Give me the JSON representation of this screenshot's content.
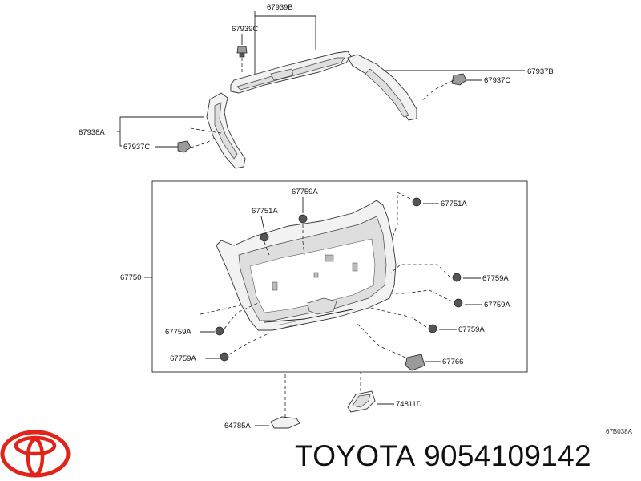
{
  "labels": {
    "p67939B": "67939B",
    "p67939C": "67939C",
    "p67937B": "67937B",
    "p67937C_right": "67937C",
    "p67938A": "67938A",
    "p67937C_left": "67937C",
    "p67759A_top": "67759A",
    "p67751A_left": "67751A",
    "p67751A_right": "67751A",
    "p67750": "67750",
    "p67759A_r1": "67759A",
    "p67759A_r2": "67759A",
    "p67759A_r3": "67759A",
    "p67759A_l1": "67759A",
    "p67759A_l2": "67759A",
    "p67766": "67766",
    "p74811D": "74811D",
    "p64785A": "64785A",
    "figure_ref": "67B038A"
  },
  "footer": {
    "brand": "TOYOTA",
    "part_number": "9054109142"
  },
  "colors": {
    "logo_red": "#e2231a",
    "ink": "#111111"
  },
  "icons": [
    "toyota-logo-icon"
  ]
}
